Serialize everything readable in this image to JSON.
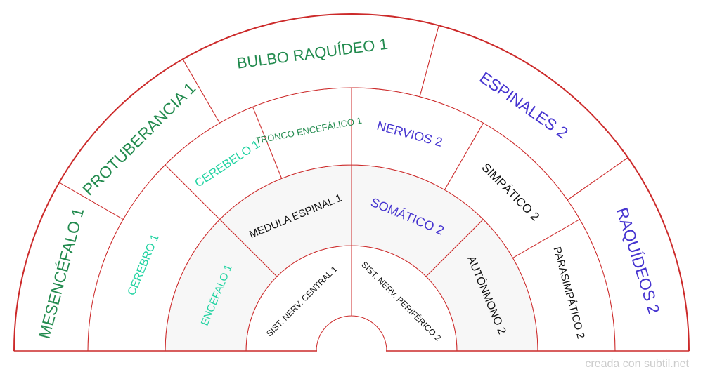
{
  "colors": {
    "line": "#cc2a2a",
    "shade": "#f7f7f7",
    "dark_green": "#238b4f",
    "teal": "#22d3a2",
    "blue": "#4634d0",
    "black": "#111111"
  },
  "segments": [
    {
      "label": "SIST. NERV. CENTRAL 1",
      "color": "black",
      "shaded": false
    },
    {
      "label": "SIST. NERV. PERIFÉRICO 2",
      "color": "black",
      "shaded": false
    },
    {
      "label": "ENCÉFALO 1",
      "color": "teal",
      "shaded": true
    },
    {
      "label": "MEDULA ESPINAL 1",
      "color": "black",
      "shaded": true
    },
    {
      "label": "SOMÁTICO 2",
      "color": "blue",
      "shaded": true
    },
    {
      "label": "AUTÓNMONO 2",
      "color": "black",
      "shaded": true
    },
    {
      "label": "CEREBRO 1",
      "color": "teal",
      "shaded": false
    },
    {
      "label": "CEREBELO 1",
      "color": "teal",
      "shaded": false
    },
    {
      "label": "TRONCO ENCEFÁLICO 1",
      "color": "dark_green",
      "shaded": false
    },
    {
      "label": "NERVIOS 2",
      "color": "blue",
      "shaded": false
    },
    {
      "label": "SIMPÁTICO 2",
      "color": "black",
      "shaded": false
    },
    {
      "label": "PARASIMPÁTICO 2",
      "color": "black",
      "shaded": false
    },
    {
      "label": "MESENCÉFALO 1",
      "color": "dark_green",
      "shaded": false
    },
    {
      "label": "PROTUBERANCIA 1",
      "color": "dark_green",
      "shaded": false
    },
    {
      "label": "BULBO RAQUÍDEO 1",
      "color": "dark_green",
      "shaded": false
    },
    {
      "label": "ESPINALES 2",
      "color": "blue",
      "shaded": false
    },
    {
      "label": "RAQUÍDEOS 2",
      "color": "blue",
      "shaded": false
    }
  ],
  "credit": "creada con subtil.net"
}
